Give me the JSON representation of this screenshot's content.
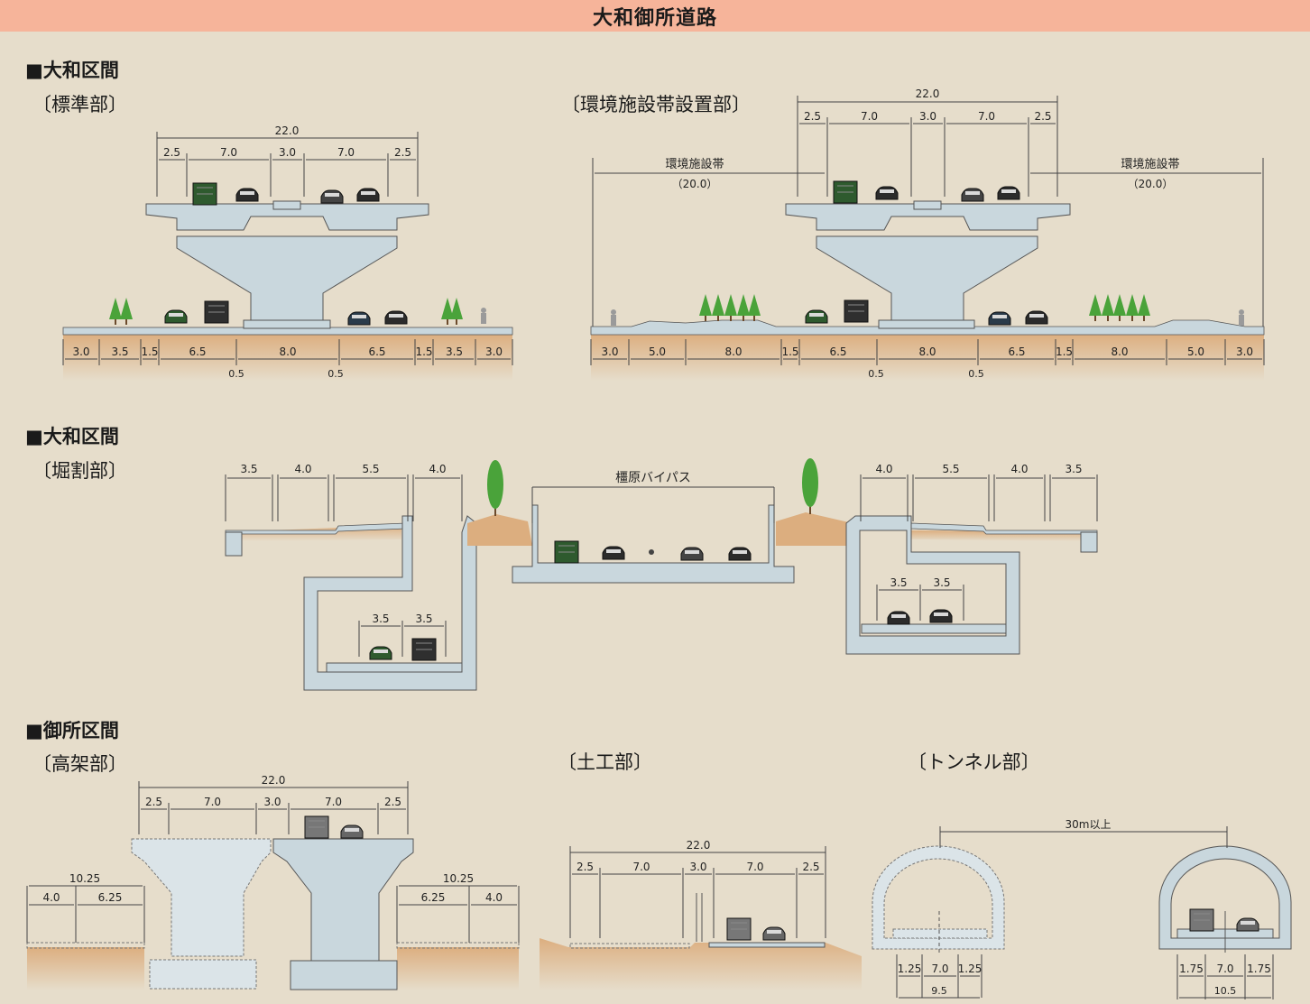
{
  "title": "大和御所道路",
  "sections": {
    "s1": {
      "heading": "■大和区間",
      "standard": {
        "label": "〔標準部〕",
        "total": "22.0",
        "top_dims": [
          "2.5",
          "7.0",
          "3.0",
          "7.0",
          "2.5"
        ],
        "bottom_dims": [
          "3.0",
          "3.5",
          "1.5",
          "6.5",
          "8.0",
          "6.5",
          "1.5",
          "3.5",
          "3.0"
        ],
        "offsets": [
          "0.5",
          "0.5"
        ]
      },
      "env": {
        "label": "〔環境施設帯設置部〕",
        "total": "22.0",
        "top_dims": [
          "2.5",
          "7.0",
          "3.0",
          "7.0",
          "2.5"
        ],
        "belt_label": "環境施設帯",
        "belt_width": "（20.0）",
        "bottom_dims": [
          "3.0",
          "5.0",
          "8.0",
          "1.5",
          "6.5",
          "8.0",
          "6.5",
          "1.5",
          "8.0",
          "5.0",
          "3.0"
        ],
        "offsets": [
          "0.5",
          "0.5"
        ]
      }
    },
    "s2": {
      "heading": "■大和区間",
      "cut": {
        "label": "〔堀割部〕",
        "left_dims": [
          "3.5",
          "4.0",
          "5.5",
          "4.0"
        ],
        "right_dims": [
          "4.0",
          "5.5",
          "4.0",
          "3.5"
        ],
        "lane_dims": [
          "3.5",
          "3.5"
        ],
        "bypass": "橿原バイパス"
      }
    },
    "s3": {
      "heading": "■御所区間",
      "viaduct": {
        "label": "〔高架部〕",
        "total": "22.0",
        "top_dims": [
          "2.5",
          "7.0",
          "3.0",
          "7.0",
          "2.5"
        ],
        "side_total": "10.25",
        "left_dims": [
          "4.0",
          "6.25"
        ],
        "right_dims": [
          "6.25",
          "4.0"
        ]
      },
      "earth": {
        "label": "〔土工部〕",
        "total": "22.0",
        "top_dims": [
          "2.5",
          "7.0",
          "3.0",
          "7.0",
          "2.5"
        ]
      },
      "tunnel": {
        "label": "〔トンネル部〕",
        "spacing": "30m以上",
        "left_dims": [
          "1.25",
          "7.0",
          "1.25"
        ],
        "left_total": "9.5",
        "right_dims": [
          "1.75",
          "7.0",
          "1.75"
        ],
        "right_total": "10.5"
      }
    }
  },
  "colors": {
    "header": "#f6b49a",
    "background": "#e6ddcb",
    "concrete": "#c9d7dd",
    "ground": "#d9ab7c",
    "tree": "#4aa33a",
    "truck": "#2e5a2e"
  }
}
